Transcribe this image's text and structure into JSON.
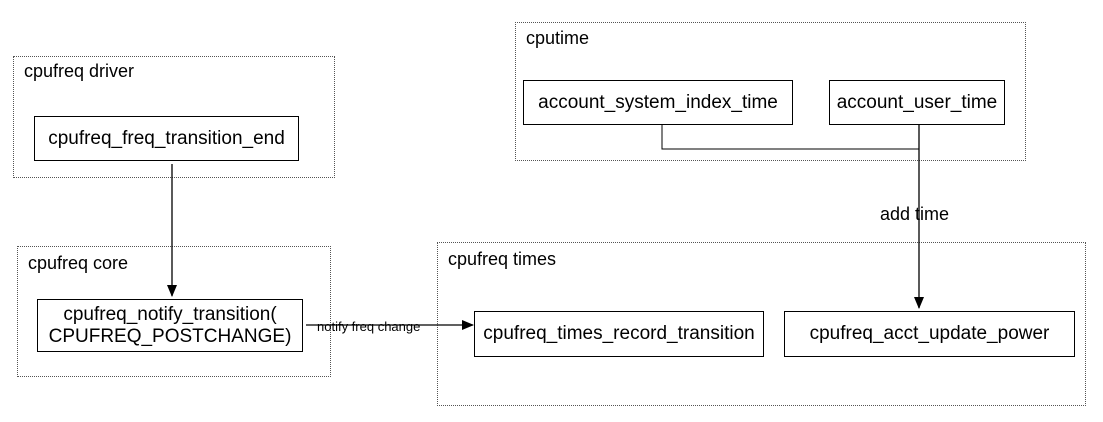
{
  "groups": {
    "cpufreq_driver": "cpufreq driver",
    "cpufreq_core": "cpufreq core",
    "cputime": "cputime",
    "cpufreq_times": "cpufreq times"
  },
  "nodes": {
    "freq_transition_end": "cpufreq_freq_transition_end",
    "notify_transition_line1": "cpufreq_notify_transition(",
    "notify_transition_line2": "CPUFREQ_POSTCHANGE)",
    "account_system_index_time": "account_system_index_time",
    "account_user_time": "account_user_time",
    "times_record_transition": "cpufreq_times_record_transition",
    "acct_update_power": "cpufreq_acct_update_power"
  },
  "edge_labels": {
    "notify_freq_change": "notify freq change",
    "add_time": "add time"
  }
}
